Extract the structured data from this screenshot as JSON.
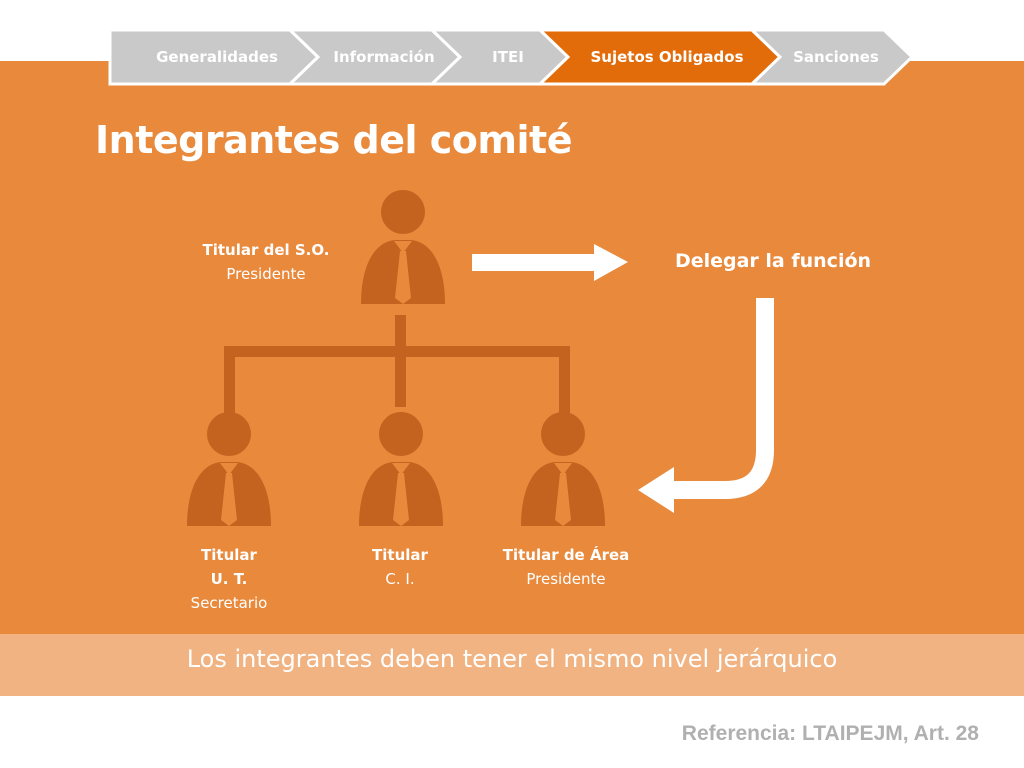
{
  "nav": {
    "tabs": [
      {
        "label": "Generalidades",
        "active": false
      },
      {
        "label": "Información",
        "active": false
      },
      {
        "label": "ITEI",
        "active": false
      },
      {
        "label": "Sujetos Obligados",
        "active": true
      },
      {
        "label": "Sanciones",
        "active": false
      }
    ],
    "colors": {
      "inactive": "#c9c9c9",
      "active": "#e36c0a",
      "border": "#ffffff"
    }
  },
  "title": "Integrantes del comité",
  "diagram": {
    "top": {
      "line1": "Titular del S.O.",
      "line2": "Presidente"
    },
    "delegate_label": "Delegar la función",
    "members": [
      {
        "line1": "Titular",
        "line2": "U. T.",
        "line3": "Secretario"
      },
      {
        "line1": "Titular",
        "line2": "C. I."
      },
      {
        "line1": "Titular de Área",
        "line2": "Presidente"
      }
    ],
    "icons": [
      "person-icon"
    ],
    "colors": {
      "figure": "#c4621f",
      "arrow": "#ffffff"
    }
  },
  "footer_note": "Los integrantes deben tener el mismo nivel jerárquico",
  "reference": "Referencia: LTAIPEJM, Art. 28",
  "colors": {
    "background": "#e8893c",
    "band": "#f0b381",
    "reference": "#b0b0b0"
  }
}
